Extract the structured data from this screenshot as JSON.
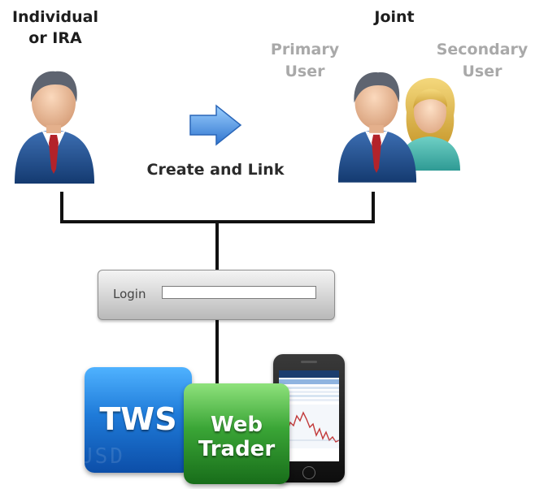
{
  "labels": {
    "individual_line1": "Individual",
    "individual_line2": "or IRA",
    "joint": "Joint",
    "primary_line1": "Primary",
    "primary_line2": "User",
    "secondary_line1": "Secondary",
    "secondary_line2": "User",
    "create_link": "Create and Link"
  },
  "login": {
    "label": "Login",
    "value": ""
  },
  "apps": {
    "tws_label": "TWS",
    "web_trader_line1": "Web",
    "web_trader_line2": "Trader"
  },
  "colors": {
    "suit_blue": "#1f4f8f",
    "tie_red": "#b3232a",
    "arrow_blue": "#3b86e0",
    "tws_blue": "#1f7bd9",
    "web_trader_green": "#3aa536"
  }
}
